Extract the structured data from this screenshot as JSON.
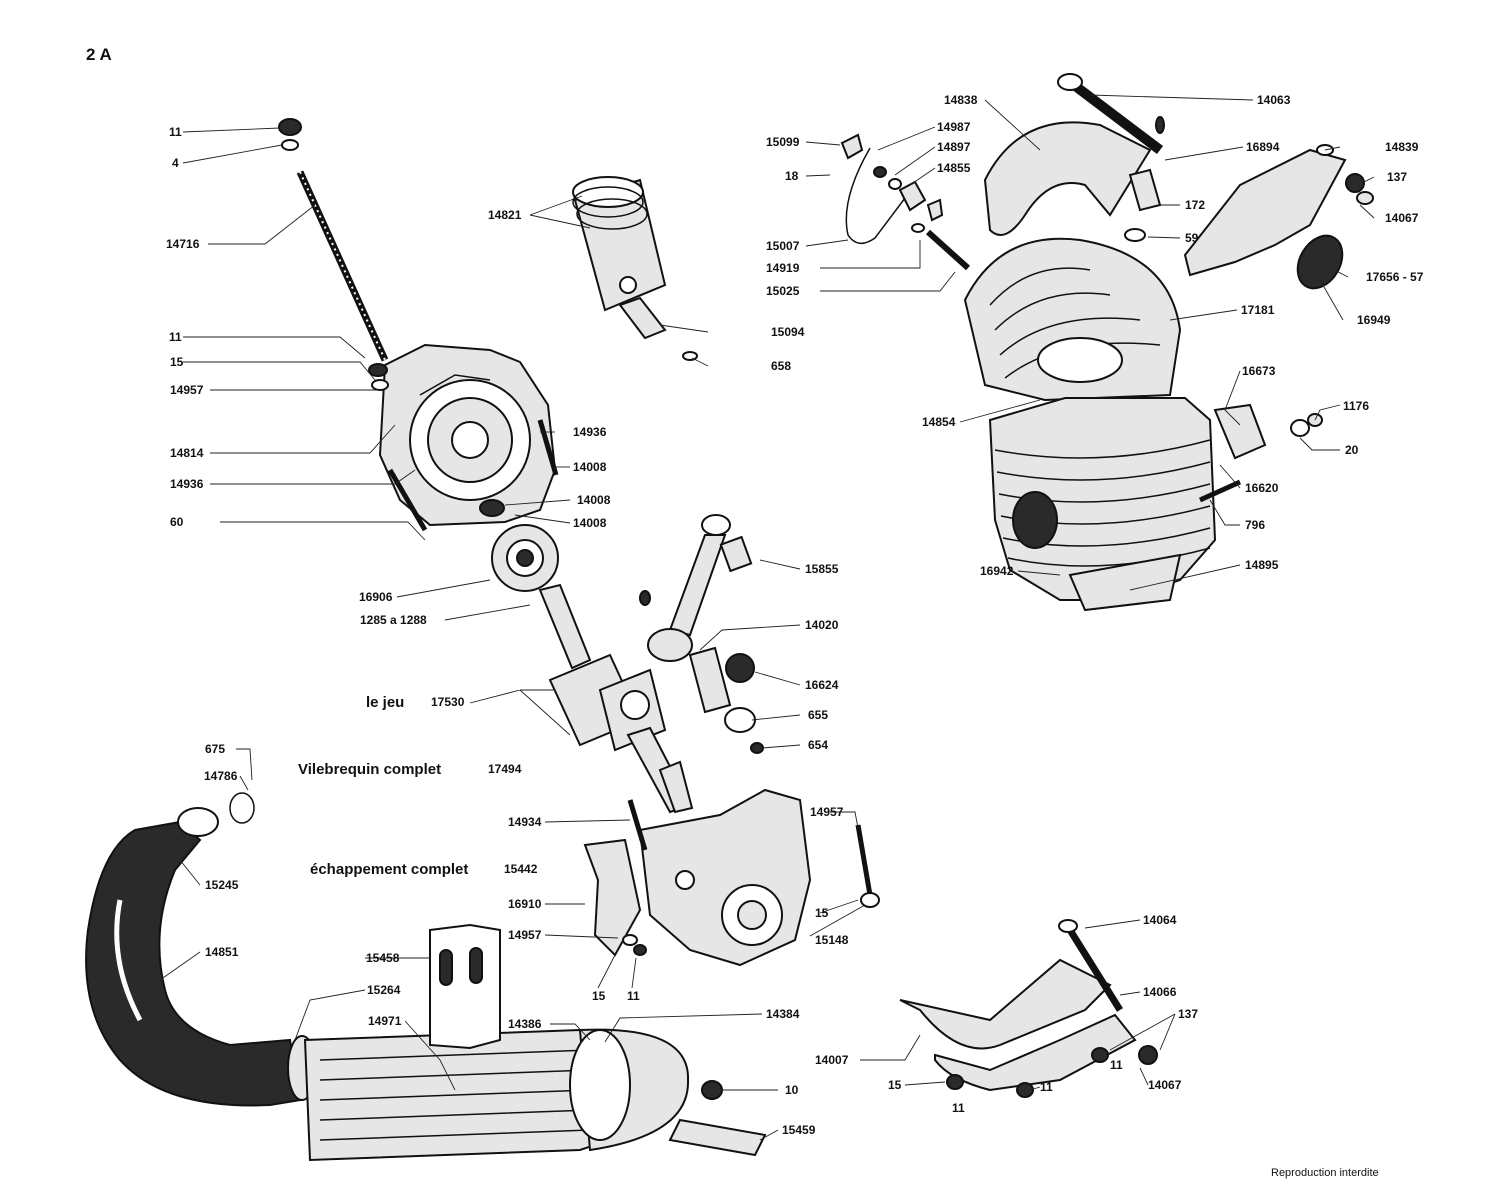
{
  "page_number": "2 A",
  "footer": "Reproduction interdite",
  "captions": {
    "jeu": "le jeu",
    "jeu_ref": "17530",
    "vilebrequin": "Vilebrequin complet",
    "vilebrequin_ref": "17494",
    "echappement": "échappement complet",
    "echappement_ref": "15442"
  },
  "part_numbers": [
    "11",
    "4",
    "14716",
    "14821",
    "15099",
    "14987",
    "14897",
    "14855",
    "18",
    "15007",
    "14919",
    "15025",
    "14838",
    "14063",
    "16894",
    "172",
    "59",
    "14839",
    "137",
    "14067",
    "17656 - 57",
    "16949",
    "17181",
    "15094",
    "658",
    "11",
    "15",
    "14957",
    "14814",
    "14936",
    "14936",
    "14008",
    "14008",
    "60",
    "14008",
    "16673",
    "1176",
    "14854",
    "20",
    "16620",
    "796",
    "16942",
    "14895",
    "16906",
    "1285 a 1288",
    "15855",
    "14020",
    "16624",
    "655",
    "654",
    "675",
    "14786",
    "15245",
    "14851",
    "14934",
    "16910",
    "14957",
    "15",
    "11",
    "14957",
    "15",
    "15148",
    "15458",
    "15264",
    "14971",
    "14386",
    "14384",
    "10",
    "15459",
    "14064",
    "14066",
    "137",
    "14007",
    "15",
    "11",
    "11",
    "11",
    "14067"
  ]
}
